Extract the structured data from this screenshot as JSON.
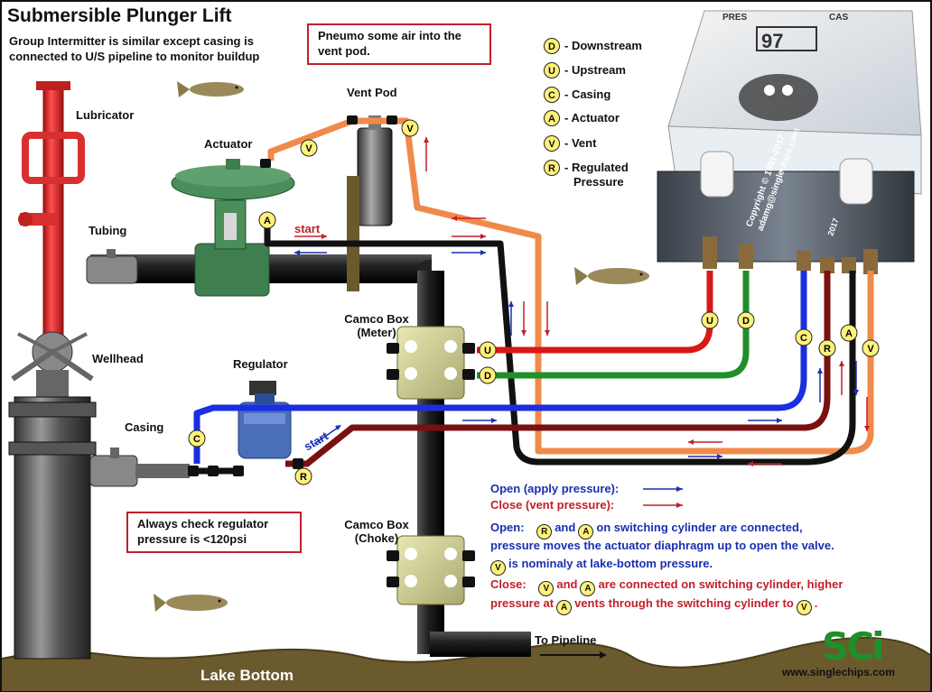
{
  "header": {
    "title": "Submersible Plunger Lift",
    "subtitle_lines": [
      "Group Intermitter is similar  except casing is",
      "connected to U/S pipeline to monitor buildup"
    ]
  },
  "callouts": {
    "pneumo": [
      "Pneumo some air into the",
      "vent pod."
    ],
    "regulator_check": [
      "Always check regulator",
      "pressure is <120psi"
    ]
  },
  "labels": {
    "lubricator": "Lubricator",
    "actuator": "Actuator",
    "vent_pod": "Vent Pod",
    "tubing": "Tubing",
    "wellhead": "Wellhead",
    "regulator": "Regulator",
    "casing": "Casing",
    "camco_meter": [
      "Camco Box",
      "(Meter)"
    ],
    "camco_choke": [
      "Camco Box",
      "(Choke)"
    ],
    "to_pipeline": "To Pipeline",
    "lake_bottom": "Lake Bottom",
    "start_top": "start",
    "start_bottom": "start"
  },
  "controller": {
    "pres": "PRES",
    "cas": "CAS",
    "number": "97",
    "copyright": [
      "Copyright © 1991-2017",
      "adamg@singlechips.com",
      "2017"
    ]
  },
  "legend": [
    {
      "key": "D",
      "text": "- Downstream"
    },
    {
      "key": "U",
      "text": "- Upstream"
    },
    {
      "key": "C",
      "text": "- Casing"
    },
    {
      "key": "A",
      "text": "- Actuator"
    },
    {
      "key": "V",
      "text": "- Vent"
    },
    {
      "key": "R",
      "text": "- Regulated",
      "text2": "Pressure"
    }
  ],
  "badges": {
    "a": "A",
    "v": "V",
    "u": "U",
    "d": "D",
    "c": "C",
    "r": "R"
  },
  "notes": {
    "open_legend": "Open (apply pressure):",
    "close_legend": "Close  (vent pressure):",
    "open_line1_a": "Open:",
    "open_line1_b": "and",
    "open_line1_c": "on switching cylinder are connected,",
    "open_line2": "pressure moves the actuator diaphragm up to open the valve.",
    "open_line3": "is nominaly at lake-bottom pressure.",
    "close_line1_a": "Close:",
    "close_line1_b": "and",
    "close_line1_c": "are connected on switching cylinder, higher",
    "close_line2_a": "pressure at",
    "close_line2_b": "vents through the switching cylinder to"
  },
  "footer": {
    "logo": "SCi",
    "url": "www.singlechips.com"
  },
  "colors": {
    "blue_line": "#1a2fe0",
    "red_line": "#c0202a",
    "green_line": "#1f8f2a",
    "black_line": "#111111",
    "orange_line": "#f08a4a",
    "maroon_line": "#7a1010",
    "lubricator": "#e03030",
    "actuator": "#3f7f4f",
    "badge": "#fff27a",
    "ground": "#6b5a2e"
  }
}
